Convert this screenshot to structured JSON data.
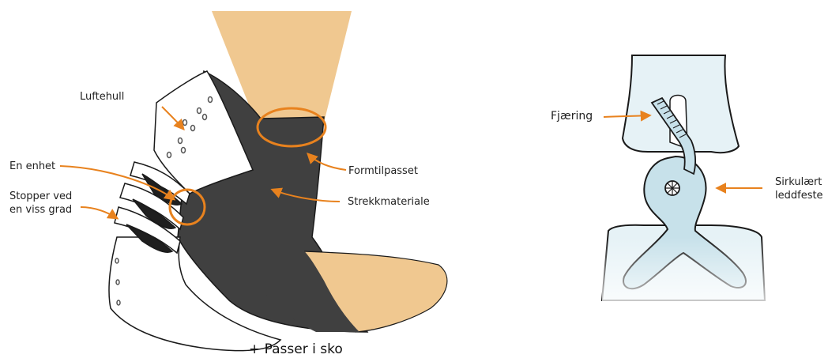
{
  "labels": {
    "luftehull": "Luftehull",
    "en_enhet": "En enhet",
    "stopper_line1": "Stopper ved",
    "stopper_line2": "en viss grad",
    "formtilpasset": "Formtilpasset",
    "strekkmateriale": "Strekkmateriale",
    "fjaering": "Fjæring",
    "sirkulaert_line1": "Sirkulært",
    "sirkulaert_line2": "leddfeste"
  },
  "caption": "+ Passer i sko",
  "colors": {
    "skin": "#f0c890",
    "black_material": "#404040",
    "shell": "#ffffff",
    "outline": "#1a1a1a",
    "accent_orange": "#e8821e",
    "joint_fill": "#c7e1ea",
    "joint_light": "#e6f2f6"
  }
}
